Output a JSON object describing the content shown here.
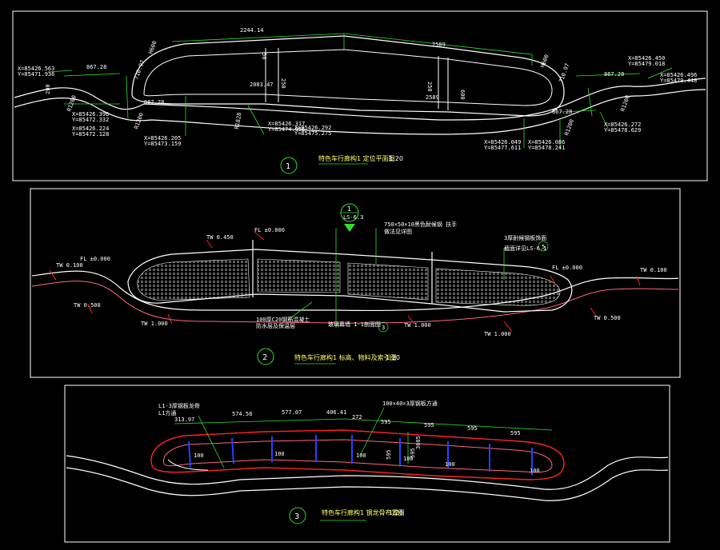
{
  "colors": {
    "background": "#000000",
    "frame": "#ffffff",
    "outline": "#ffffff",
    "edge": "#ff6680",
    "dimension": "#33dd33",
    "leader": "#33dd33",
    "highlight": "#ff2222",
    "bar": "#2244ff",
    "text": "#ffffff",
    "title": "#ffff66"
  },
  "panel1": {
    "number": "1",
    "title": "特色车行廊构1  定位平面图",
    "scale": "1:20",
    "coords": [
      {
        "x": "X=85426.563",
        "y": "Y=85471.936"
      },
      {
        "x": "X=85426.396",
        "y": "Y=85472.332"
      },
      {
        "x": "X=85426.224",
        "y": "Y=85472.128"
      },
      {
        "x": "X=85426.205",
        "y": "Y=85473.159"
      },
      {
        "x": "X=85426.317",
        "y": "Y=85474.955"
      },
      {
        "x": "X=85426.292",
        "y": "Y=85475.275"
      },
      {
        "x": "X=85426.049",
        "y": "Y=85477.611"
      },
      {
        "x": "X=85426.086",
        "y": "Y=85478.241"
      },
      {
        "x": "X=85426.272",
        "y": "Y=85478.629"
      },
      {
        "x": "X=85426.450",
        "y": "Y=85479.018"
      },
      {
        "x": "X=85426.496",
        "y": "Y=85479.448"
      }
    ],
    "dims": {
      "top_long": "2244.14",
      "top_right": "2589",
      "left_867a": "867.28",
      "left_867b": "867.28",
      "right_867a": "867.28",
      "right_867b": "867.28",
      "h600a": "H600",
      "h600b": "H600",
      "r1200a": "R1200",
      "r1200b": "R1200",
      "r1200c": "R1200",
      "r1200d": "R1200",
      "r1828": "R1828",
      "d2083": "2083.47",
      "d250": "250",
      "d50": "50",
      "d2589b": "2589",
      "d600": "600",
      "d250b": "250",
      "d710a": "710.97",
      "d710b": "710.97",
      "d200": "200"
    }
  },
  "panel2": {
    "number": "2",
    "title": "特色车行廊构1  标高、物料及索引图",
    "scale": "1:20",
    "marker_top": "1",
    "marker_bottom": "LS-6.3",
    "notes": [
      "FL ±0.000",
      "TW 0.450",
      "TW 0.100",
      "FL ±0.000",
      "TW 0.500",
      "TW 1.000",
      "100厚C20钢筋混凝土",
      "防水层及保温层",
      "玻璃幕墙 1-1剖面图",
      "TW 1.000",
      "TW 1.000",
      "TW 0.500",
      "FL ±0.000",
      "TW 0.100",
      "3厚耐候钢板饰面",
      "截面详见LS-6.1",
      "750×50×10黑色耐候钢 扶手",
      "做法见详图"
    ],
    "callout_a": "3",
    "callout_b": "5"
  },
  "panel3": {
    "number": "3",
    "title": "特色车行廊构1  钢龙骨布置图",
    "scale": "1:20",
    "dims": [
      "313.97",
      "574.58",
      "577.07",
      "406.41",
      "272",
      "595",
      "595",
      "595",
      "595"
    ],
    "labels": [
      "L1-3厚钢板龙骨",
      "L1方通",
      "100×40×3厚钢板方通",
      "100",
      "100",
      "100",
      "100",
      "100",
      "100",
      "595",
      "595",
      "3605"
    ]
  }
}
